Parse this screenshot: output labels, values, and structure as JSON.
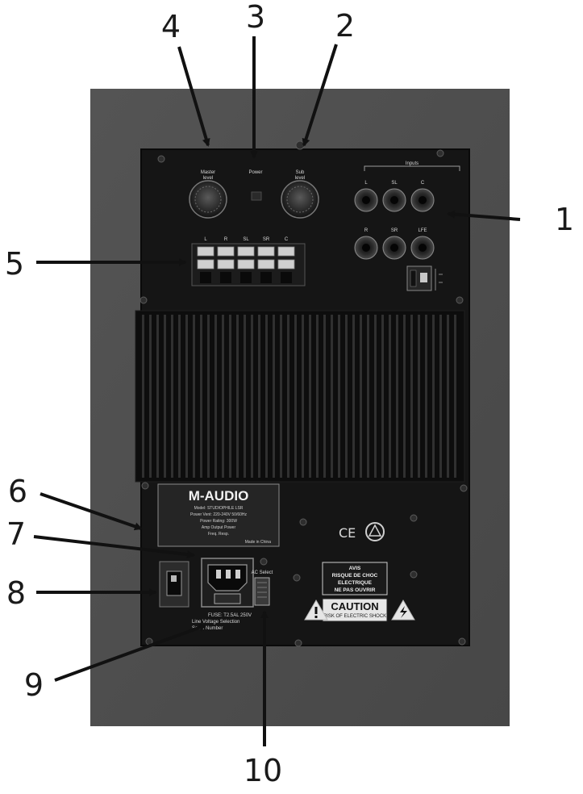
{
  "callouts": [
    {
      "id": "1",
      "label": "1"
    },
    {
      "id": "2",
      "label": "2"
    },
    {
      "id": "3",
      "label": "3"
    },
    {
      "id": "4",
      "label": "4"
    },
    {
      "id": "5",
      "label": "5"
    },
    {
      "id": "6",
      "label": "6"
    },
    {
      "id": "7",
      "label": "7"
    },
    {
      "id": "8",
      "label": "8"
    },
    {
      "id": "9",
      "label": "9"
    },
    {
      "id": "10",
      "label": "10"
    }
  ],
  "panel": {
    "knob_master": {
      "title": "Master",
      "sub": "level"
    },
    "knob_power": {
      "title": "Power"
    },
    "knob_sub": {
      "title": "Sub",
      "sub": "level"
    },
    "inputs_header": "Inputs",
    "jack_top_labels": [
      "L",
      "SL",
      "C"
    ],
    "jack_bottom_labels": [
      "R",
      "SR",
      "LFE"
    ],
    "terminal_labels": [
      "L",
      "R",
      "SL",
      "SR",
      "C"
    ],
    "brand": "M-AUDIO",
    "plate_lines": [
      "Model: STUDIOPHILE LSR",
      "Power Vent: 220-240V 50/60Hz",
      "Power Rating: 300W",
      "Amp Output Power",
      "Freq. Resp.",
      "Made in China"
    ],
    "ce_mark": "CE",
    "ac_select_label": "AC Select",
    "fuse_label": "FUSE: T2.5AL 250V",
    "fuse_sub": "Line Voltage Selection",
    "serial_label": "Serial Number",
    "warning_lines": [
      "AVIS",
      "RISQUE DE CHOC",
      "ELECTRIQUE",
      "NE PAS OUVRIR"
    ],
    "caution": "CAUTION",
    "caution_sub": "RISK OF ELECTRIC SHOCK"
  }
}
